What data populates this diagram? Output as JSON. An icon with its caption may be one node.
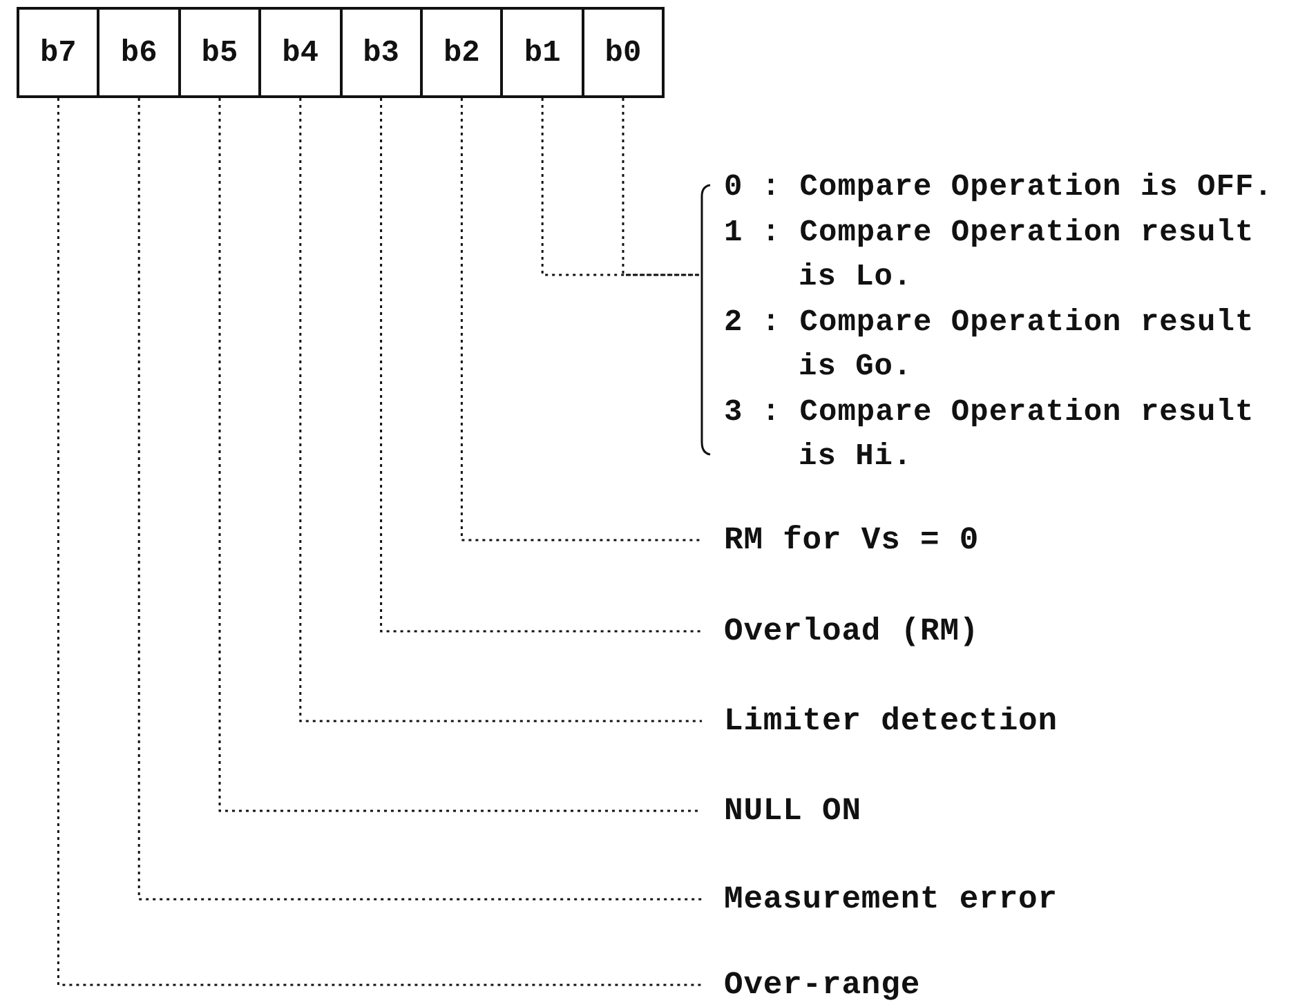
{
  "diagram": {
    "nodes": [
      {
        "text": [
          "b7"
        ]
      },
      {
        "text": [
          "b6"
        ]
      },
      {
        "text": [
          "b5"
        ]
      },
      {
        "text": [
          "b4"
        ]
      },
      {
        "text": [
          "b3"
        ]
      },
      {
        "text": [
          "b2"
        ]
      },
      {
        "text": [
          "b1"
        ]
      },
      {
        "text": [
          "b0"
        ]
      },
      {
        "text": [
          "0 : Compare Operation is OFF.",
          "1 : Compare Operation result is Lo.",
          "2 : Compare Operation result is Go.",
          "3 : Compare Operation result is Hi."
        ]
      },
      {
        "text": [
          "RM for Vs = 0"
        ]
      },
      {
        "text": [
          "Overload (RM)"
        ]
      },
      {
        "text": [
          "Limiter detection"
        ]
      },
      {
        "text": [
          "NULL ON"
        ]
      },
      {
        "text": [
          "Measurement error"
        ]
      },
      {
        "text": [
          "Over-range"
        ]
      }
    ],
    "edges": [
      {
        "from": 6,
        "to": 8,
        "arrow": "none"
      },
      {
        "from": 7,
        "to": 8,
        "arrow": "none"
      },
      {
        "from": 5,
        "to": 9,
        "arrow": "none"
      },
      {
        "from": 4,
        "to": 10,
        "arrow": "none"
      },
      {
        "from": 3,
        "to": 11,
        "arrow": "none"
      },
      {
        "from": 2,
        "to": 12,
        "arrow": "none"
      },
      {
        "from": 1,
        "to": 13,
        "arrow": "none"
      },
      {
        "from": 0,
        "to": 14,
        "arrow": "none"
      }
    ]
  }
}
